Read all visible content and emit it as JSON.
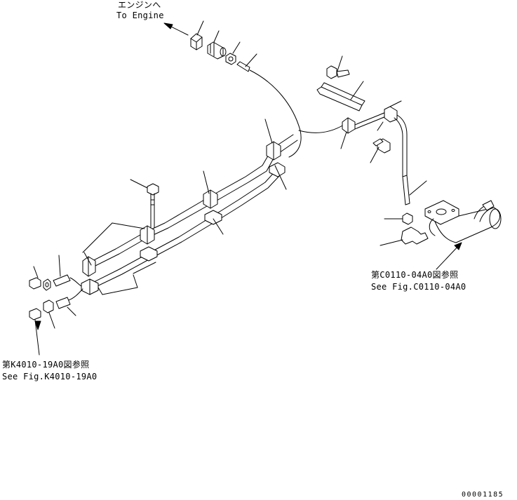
{
  "labels": {
    "engine_jp": "エンジンへ",
    "engine_en": "To Engine",
    "ref_c0110_jp": "第C0110-04A0図参照",
    "ref_c0110_en": "See Fig.C0110-04A0",
    "ref_k4010_jp": "第K4010-19A0図参照",
    "ref_k4010_en": "See Fig.K4010-19A0",
    "drawing_number": "00001185"
  },
  "colors": {
    "line": "#000000",
    "background": "#ffffff"
  }
}
